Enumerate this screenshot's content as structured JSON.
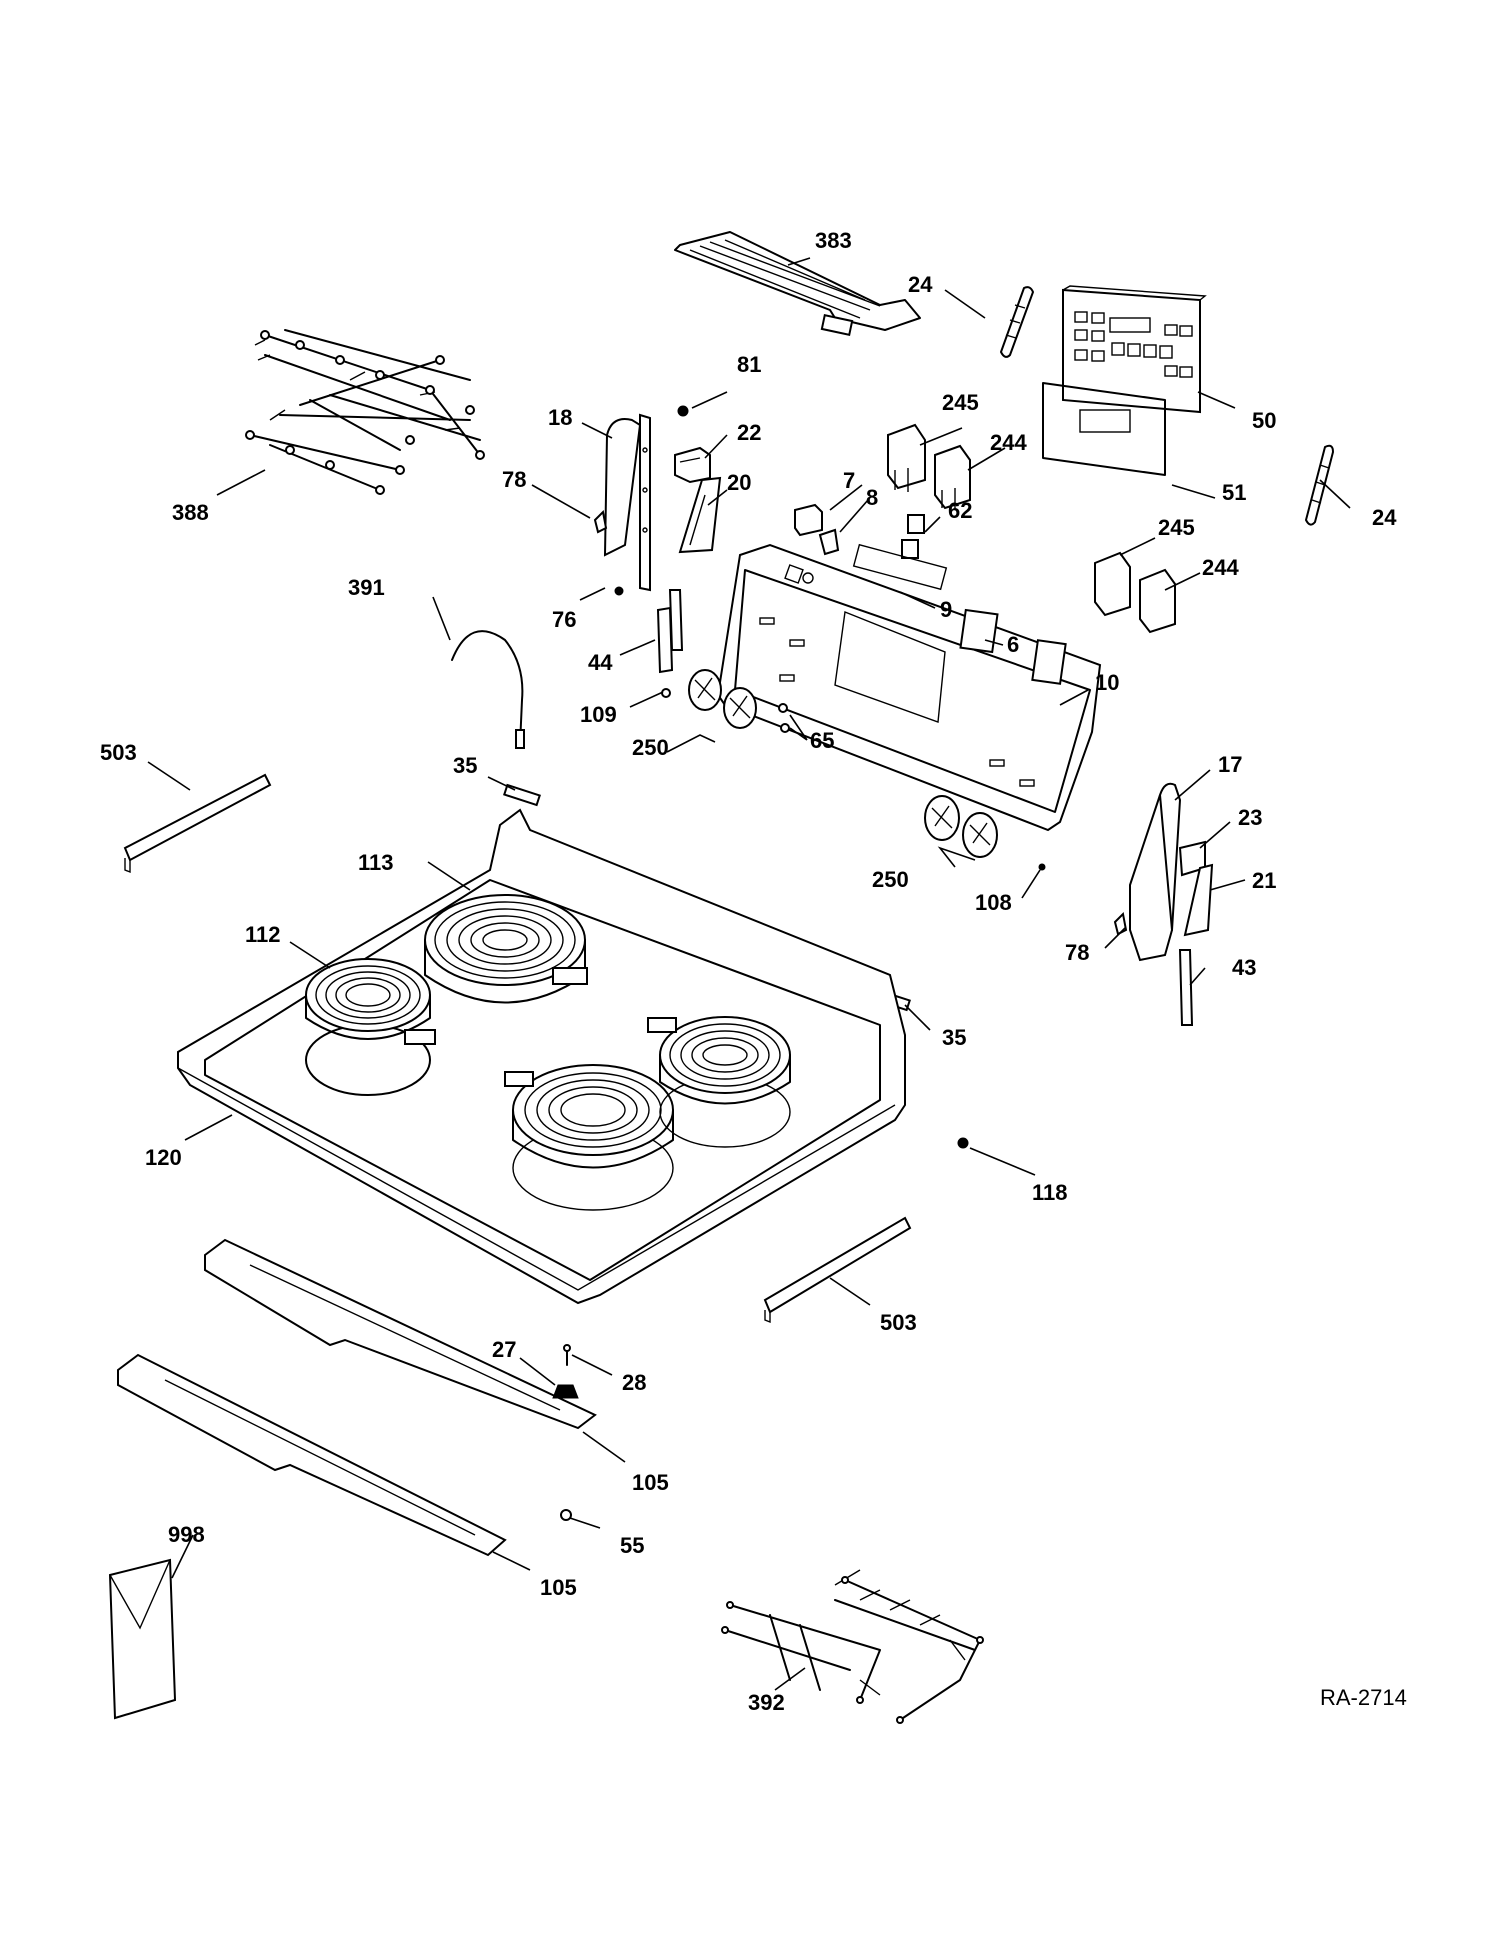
{
  "diagram_id": "RA-2714",
  "colors": {
    "line": "#000000",
    "background": "#ffffff"
  },
  "labels": [
    {
      "id": "383",
      "text": "383"
    },
    {
      "id": "24a",
      "text": "24"
    },
    {
      "id": "81",
      "text": "81"
    },
    {
      "id": "18",
      "text": "18"
    },
    {
      "id": "22",
      "text": "22"
    },
    {
      "id": "245a",
      "text": "245"
    },
    {
      "id": "244a",
      "text": "244"
    },
    {
      "id": "50",
      "text": "50"
    },
    {
      "id": "388",
      "text": "388"
    },
    {
      "id": "78a",
      "text": "78"
    },
    {
      "id": "20",
      "text": "20"
    },
    {
      "id": "7",
      "text": "7"
    },
    {
      "id": "8",
      "text": "8"
    },
    {
      "id": "62",
      "text": "62"
    },
    {
      "id": "51",
      "text": "51"
    },
    {
      "id": "24b",
      "text": "24"
    },
    {
      "id": "245b",
      "text": "245"
    },
    {
      "id": "244b",
      "text": "244"
    },
    {
      "id": "391",
      "text": "391"
    },
    {
      "id": "76",
      "text": "76"
    },
    {
      "id": "9",
      "text": "9"
    },
    {
      "id": "6",
      "text": "6"
    },
    {
      "id": "44",
      "text": "44"
    },
    {
      "id": "10",
      "text": "10"
    },
    {
      "id": "109",
      "text": "109"
    },
    {
      "id": "250a",
      "text": "250"
    },
    {
      "id": "65",
      "text": "65"
    },
    {
      "id": "503a",
      "text": "503"
    },
    {
      "id": "35a",
      "text": "35"
    },
    {
      "id": "17",
      "text": "17"
    },
    {
      "id": "23",
      "text": "23"
    },
    {
      "id": "113",
      "text": "113"
    },
    {
      "id": "21",
      "text": "21"
    },
    {
      "id": "250b",
      "text": "250"
    },
    {
      "id": "108",
      "text": "108"
    },
    {
      "id": "112",
      "text": "112"
    },
    {
      "id": "78b",
      "text": "78"
    },
    {
      "id": "43",
      "text": "43"
    },
    {
      "id": "35b",
      "text": "35"
    },
    {
      "id": "120",
      "text": "120"
    },
    {
      "id": "118",
      "text": "118"
    },
    {
      "id": "503b",
      "text": "503"
    },
    {
      "id": "27",
      "text": "27"
    },
    {
      "id": "28",
      "text": "28"
    },
    {
      "id": "105a",
      "text": "105"
    },
    {
      "id": "998",
      "text": "998"
    },
    {
      "id": "55",
      "text": "55"
    },
    {
      "id": "105b",
      "text": "105"
    },
    {
      "id": "392",
      "text": "392"
    }
  ]
}
